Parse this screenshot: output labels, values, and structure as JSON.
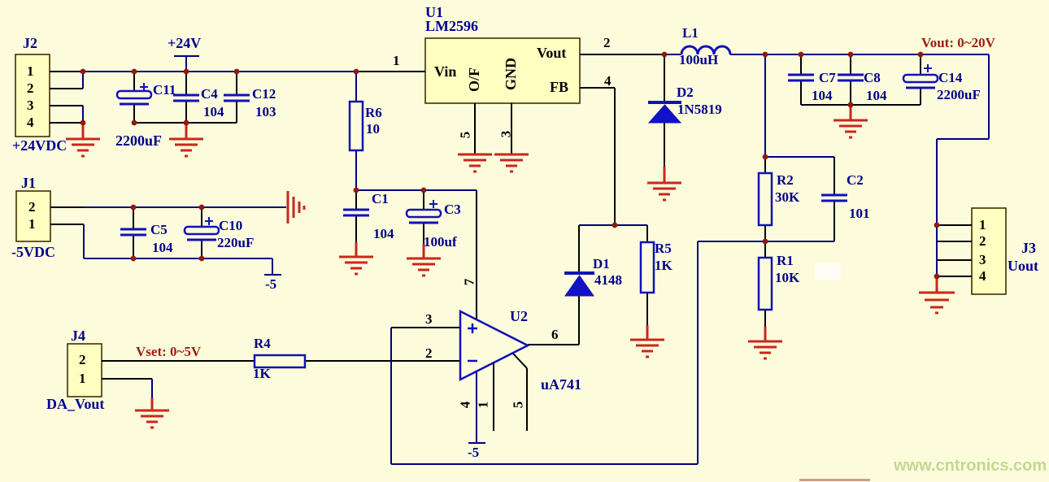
{
  "connectors": {
    "j2": {
      "ref": "J2",
      "name": "+24VDC",
      "pins": [
        "1",
        "2",
        "3",
        "4"
      ]
    },
    "j1": {
      "ref": "J1",
      "name": "-5VDC",
      "pins": [
        "2",
        "1"
      ]
    },
    "j4": {
      "ref": "J4",
      "name": "DA_Vout",
      "pins": [
        "2",
        "1"
      ]
    },
    "j3": {
      "ref": "J3",
      "name": "Uout",
      "pins": [
        "1",
        "2",
        "3",
        "4"
      ]
    }
  },
  "u1": {
    "ref": "U1",
    "part": "LM2596",
    "pin_names": {
      "vin": "Vin",
      "vout": "Vout",
      "fb": "FB",
      "onoff": "O/F",
      "gnd": "GND"
    },
    "pin_numbers": {
      "vin": "1",
      "vout": "2",
      "fb": "4",
      "onoff": "5",
      "gnd": "3"
    }
  },
  "u2": {
    "ref": "U2",
    "part": "uA741",
    "pin_numbers": {
      "noninv": "3",
      "inv": "2",
      "out": "6",
      "vcc": "7",
      "vee": "4",
      "offset1": "1",
      "offset2": "5"
    }
  },
  "components": {
    "c11": {
      "ref": "C11",
      "value": "2200uF"
    },
    "c4": {
      "ref": "C4",
      "value": "104"
    },
    "c12": {
      "ref": "C12",
      "value": "103"
    },
    "c5": {
      "ref": "C5",
      "value": "104"
    },
    "c10": {
      "ref": "C10",
      "value": "220uF"
    },
    "c1": {
      "ref": "C1",
      "value": "104"
    },
    "c3": {
      "ref": "C3",
      "value": "100uf"
    },
    "c7": {
      "ref": "C7",
      "value": "104"
    },
    "c8": {
      "ref": "C8",
      "value": "104"
    },
    "c14": {
      "ref": "C14",
      "value": "2200uF"
    },
    "c2": {
      "ref": "C2",
      "value": "101"
    },
    "r6": {
      "ref": "R6",
      "value": "10"
    },
    "r4": {
      "ref": "R4",
      "value": "1K"
    },
    "r5": {
      "ref": "R5",
      "value": "1K"
    },
    "r2": {
      "ref": "R2",
      "value": "30K"
    },
    "r1": {
      "ref": "R1",
      "value": "10K"
    },
    "l1": {
      "ref": "L1",
      "value": "100uH"
    },
    "d1": {
      "ref": "D1",
      "value": "4148"
    },
    "d2": {
      "ref": "D2",
      "value": "1N5819"
    }
  },
  "power": {
    "rail_24v": "+24V",
    "neg5_j1": "-5",
    "neg5_u2": "-5"
  },
  "annotations": {
    "vout_range": "Vout: 0~20V",
    "vset_range": "Vset: 0~5V"
  },
  "watermark": "www.cntronics.com",
  "colors": {
    "background": "#fcfcdd",
    "wire": "#000080",
    "pin": "#000000",
    "symbol": "#1111b8",
    "ground": "#c8281a",
    "junction": "#8f1b10",
    "part_fill": "#ffffc2",
    "part_border": "#403000",
    "label": "#00008c",
    "annotation": "#9e1d10",
    "watermark": "#c2d893"
  }
}
